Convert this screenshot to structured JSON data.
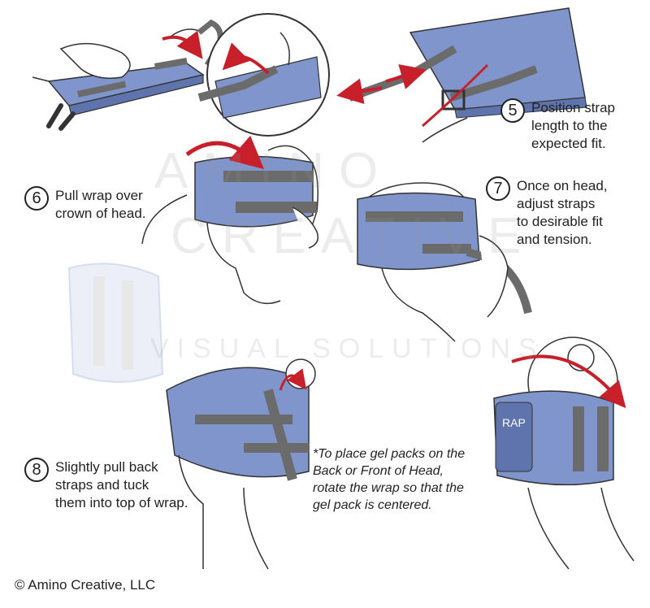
{
  "steps": [
    {
      "number": "5",
      "text": "Position strap\nlength to the\nexpected fit."
    },
    {
      "number": "6",
      "text": "Pull wrap over\ncrown of head."
    },
    {
      "number": "7",
      "text": "Once on head,\nadjust straps\nto desirable fit\nand tension."
    },
    {
      "number": "8",
      "text": "Slightly pull back\nstraps and tuck\nthem into top of wrap."
    }
  ],
  "note": "*To place gel packs on the\nBack or Front of Head,\nrotate the wrap so that the\ngel pack is centered.",
  "copyright": "© Amino Creative, LLC",
  "watermark": {
    "line1": "AMINO",
    "line2": "CREATIVE",
    "line3": "VISUAL SOLUTIONS"
  },
  "wrap_label": "RAP",
  "colors": {
    "wrap": "#7f95cc",
    "wrap_dark": "#5f74ad",
    "strap": "#6b6b6b",
    "arrow": "#c8202a",
    "line": "#333333"
  }
}
